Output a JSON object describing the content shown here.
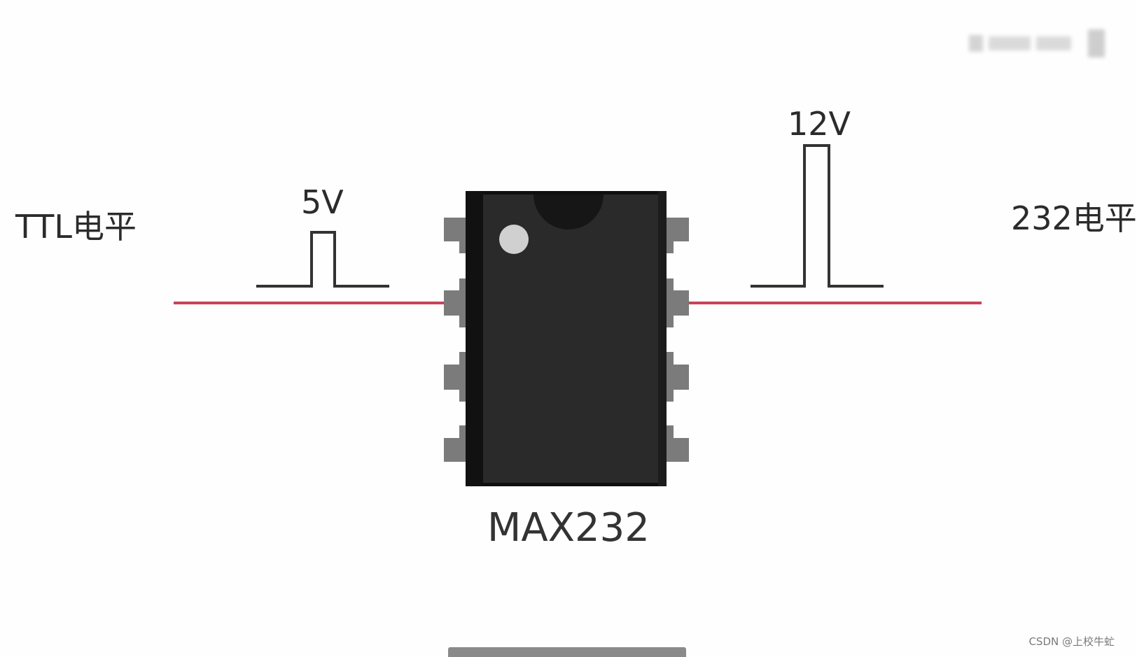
{
  "labels": {
    "ttl_level": "TTL电平",
    "rs232_level": "232电平",
    "pulse_5v": "5V",
    "pulse_12v": "12V",
    "chip_name": "MAX232"
  },
  "watermark": "CSDN @上校牛虻",
  "colors": {
    "signal_line": "#c8435a",
    "pulse_line": "#333333",
    "chip_body": "#2a2a2a",
    "chip_pins": "#7b7b7b",
    "pin1_marker": "#d0d0d0"
  },
  "icons": {
    "chip": "dip-8-ic-icon",
    "pulse": "square-pulse-icon"
  }
}
